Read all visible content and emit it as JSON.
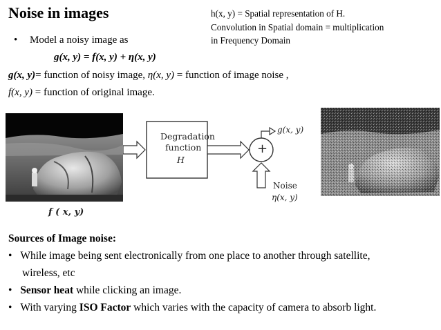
{
  "title": "Noise in images",
  "note": {
    "line1": "h(x, y) = Spatial representation of H.",
    "line2": "Convolution in Spatial domain = multiplication",
    "line3": "in Frequency Domain"
  },
  "model": {
    "bullet": "•",
    "text": "Model a noisy image as",
    "equation": "g(x, y) = f(x, y) + η(x, y)"
  },
  "definitions": {
    "g_sym": "g(x, y)",
    "g_text": "= function of noisy image, ",
    "eta_sym": "η(x, y)",
    "eta_text": " = function of image noise ,",
    "f_sym": "f(x, y)",
    "f_text": " = function of original image."
  },
  "diagram": {
    "input_label": "f ( x,  y)",
    "block_line1": "Degradation",
    "block_line2": "function",
    "block_line3": "H",
    "adder_symbol": "+",
    "output_label": "g(x, y)",
    "noise_label": "Noise",
    "noise_sym": "η(x, y)"
  },
  "sources": {
    "heading": "Sources of Image noise:",
    "items": [
      {
        "bullet": "•",
        "text1": "While image being sent electronically from one place to another through satellite,",
        "text2": "wireless, etc"
      },
      {
        "bullet": "•",
        "bold": "Sensor heat",
        "rest": " while clicking an image."
      },
      {
        "bullet": "•",
        "pre": "With varying ",
        "bold": "ISO Factor",
        "rest": " which varies with the capacity of camera to absorb light."
      }
    ]
  },
  "colors": {
    "text": "#000000",
    "background": "#ffffff"
  }
}
